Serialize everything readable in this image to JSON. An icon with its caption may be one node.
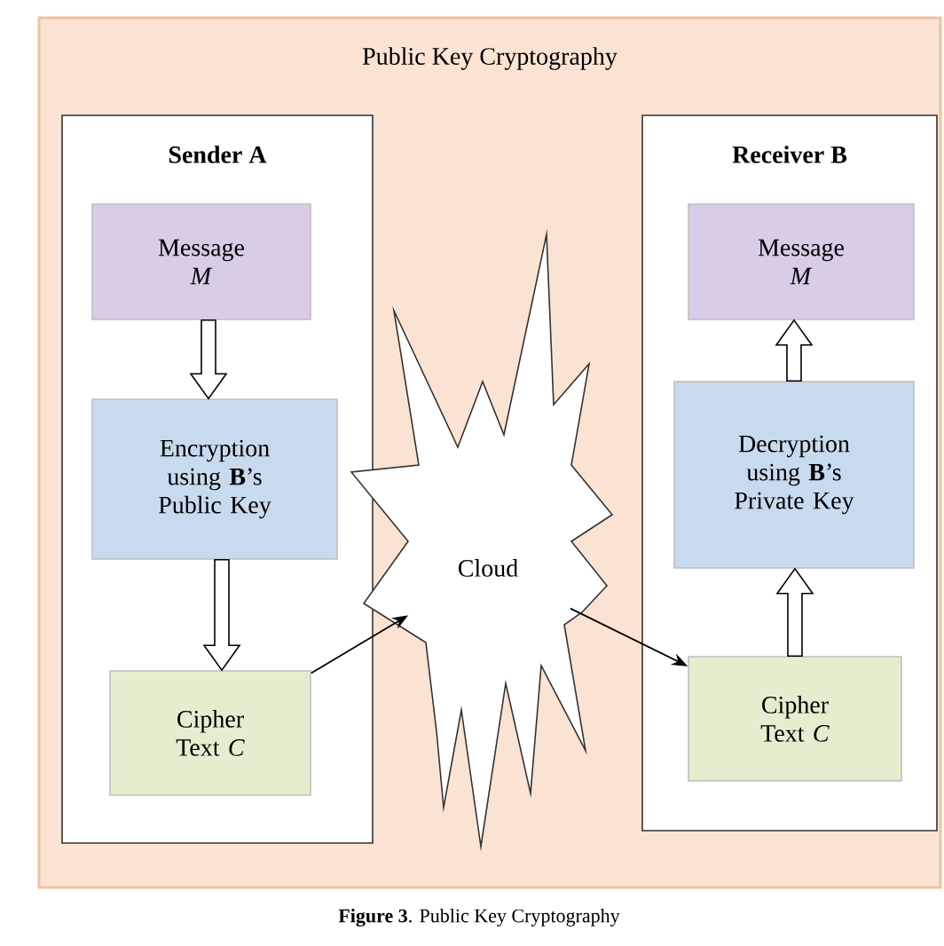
{
  "diagram": {
    "caption": "**Figure 3**. Public Key Cryptography",
    "nodes": [
      {
        "text": [
          "Public Key Cryptography"
        ]
      },
      {
        "text": [
          "Sender A"
        ],
        "in": 0
      },
      {
        "text": [
          "Message *M*"
        ],
        "in": 1
      },
      {
        "text": [
          "Encryption using **B**’s Public Key"
        ],
        "in": 1
      },
      {
        "text": [
          "Cipher Text *C*"
        ],
        "in": 1
      },
      {
        "text": [
          "Cloud"
        ],
        "in": 0
      },
      {
        "text": [
          "Receiver B"
        ],
        "in": 0
      },
      {
        "text": [
          "Message *M*"
        ],
        "in": 6
      },
      {
        "text": [
          "Decryption using **B**’s Private Key"
        ],
        "in": 6
      },
      {
        "text": [
          "Cipher Text *C*"
        ],
        "in": 6
      }
    ],
    "edges": [
      {
        "from": 2,
        "to": 3,
        "arrow": "to",
        "style": "thick"
      },
      {
        "from": 3,
        "to": 4,
        "arrow": "to",
        "style": "thick"
      },
      {
        "from": 4,
        "to": 5,
        "arrow": "to"
      },
      {
        "from": 5,
        "to": 9,
        "arrow": "to"
      },
      {
        "from": 9,
        "to": 8,
        "arrow": "to",
        "style": "thick"
      },
      {
        "from": 8,
        "to": 7,
        "arrow": "to",
        "style": "thick"
      }
    ]
  }
}
